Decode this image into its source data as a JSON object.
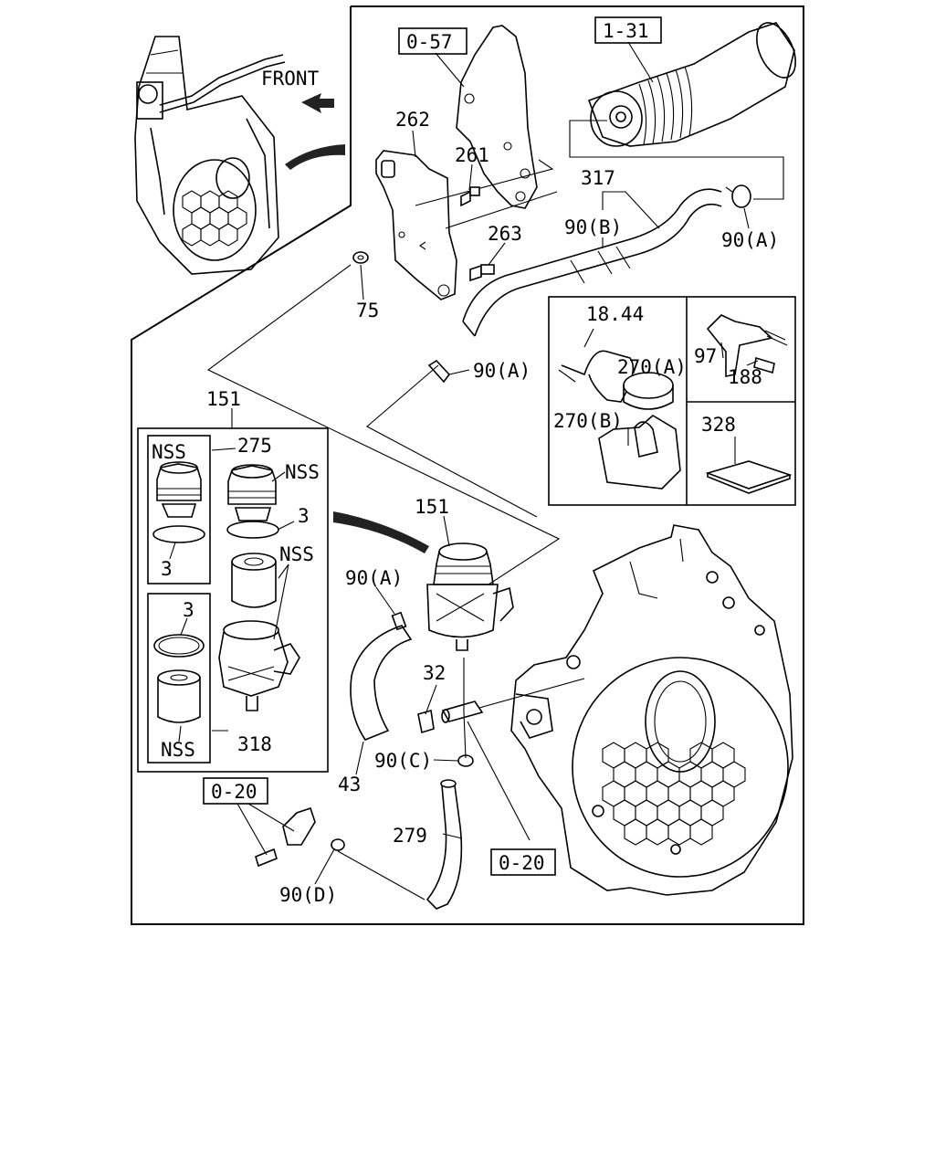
{
  "orientation": {
    "front_label": "FRONT"
  },
  "callouts": {
    "ref_0_57": "0-57",
    "ref_1_31": "1-31",
    "p262": "262",
    "p261": "261",
    "p263": "263",
    "p75": "75",
    "p317": "317",
    "p90b": "90(B)",
    "p90a_top": "90(A)",
    "p90a_mid": "90(A)",
    "p90a_low": "90(A)",
    "p151_left": "151",
    "p151_center": "151",
    "p275": "275",
    "nss_1": "NSS",
    "nss_2": "NSS",
    "nss_3": "NSS",
    "nss_4": "NSS",
    "p3_a": "3",
    "p3_b": "3",
    "p3_c": "3",
    "p318": "318",
    "p32": "32",
    "p43": "43",
    "p90c": "90(C)",
    "p279": "279",
    "ref_0_20_left": "0-20",
    "ref_0_20_right": "0-20",
    "p90d": "90(D)"
  },
  "inset_box": {
    "p18_44": "18.44",
    "p270a": "270(A)",
    "p270b": "270(B)",
    "p97": "97",
    "p188": "188",
    "p328": "328"
  }
}
